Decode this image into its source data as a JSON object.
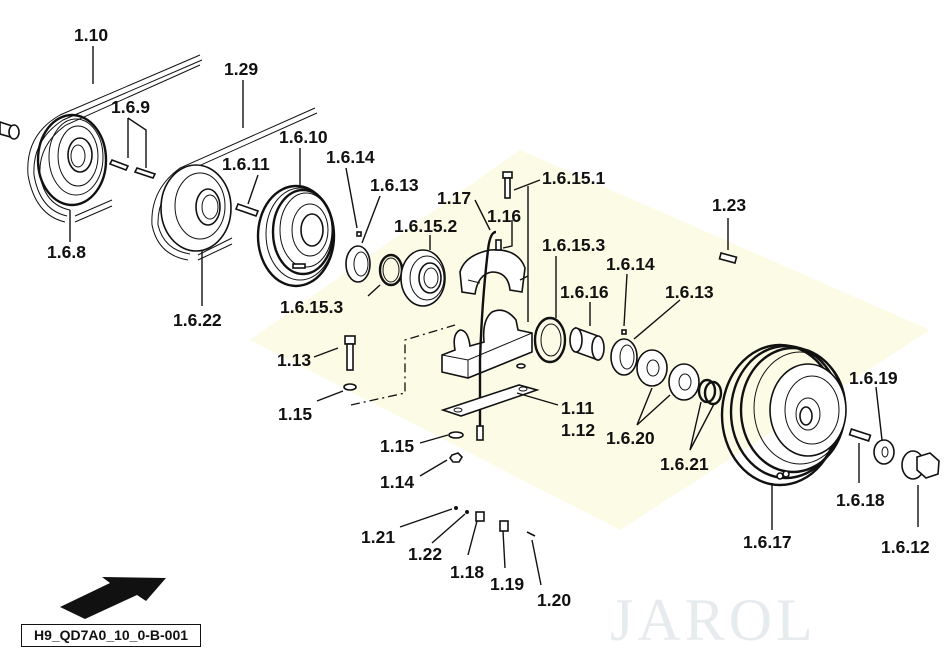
{
  "watermark": {
    "text": "JAROL",
    "diamond_color": "#fbfbe6",
    "text_color": "#e6ebee"
  },
  "drawing_code": "H9_QD7A0_10_0-B-001",
  "callouts": {
    "c_1_10": "1.10",
    "c_1_29": "1.29",
    "c_1_6_9": "1.6.9",
    "c_1_6_10": "1.6.10",
    "c_1_6_11": "1.6.11",
    "c_1_6_14a": "1.6.14",
    "c_1_6_13a": "1.6.13",
    "c_1_6_8": "1.6.8",
    "c_1_6_22": "1.6.22",
    "c_1_17": "1.17",
    "c_1_16": "1.16",
    "c_1_6_15_1": "1.6.15.1",
    "c_1_6_15_2": "1.6.15.2",
    "c_1_6_15_3a": "1.6.15.3",
    "c_1_6_15_3b": "1.6.15.3",
    "c_1_23": "1.23",
    "c_1_6_14b": "1.6.14",
    "c_1_6_16": "1.6.16",
    "c_1_6_13b": "1.6.13",
    "c_1_13": "1.13",
    "c_1_15a": "1.15",
    "c_1_11": "1.11",
    "c_1_12": "1.12",
    "c_1_15b": "1.15",
    "c_1_14": "1.14",
    "c_1_6_20": "1.6.20",
    "c_1_6_21": "1.6.21",
    "c_1_6_19": "1.6.19",
    "c_1_6_18": "1.6.18",
    "c_1_6_17": "1.6.17",
    "c_1_6_12": "1.6.12",
    "c_1_21": "1.21",
    "c_1_22": "1.22",
    "c_1_18": "1.18",
    "c_1_19": "1.19",
    "c_1_20": "1.20"
  },
  "icons": {
    "direction_arrow": "arrow-northeast-icon"
  }
}
